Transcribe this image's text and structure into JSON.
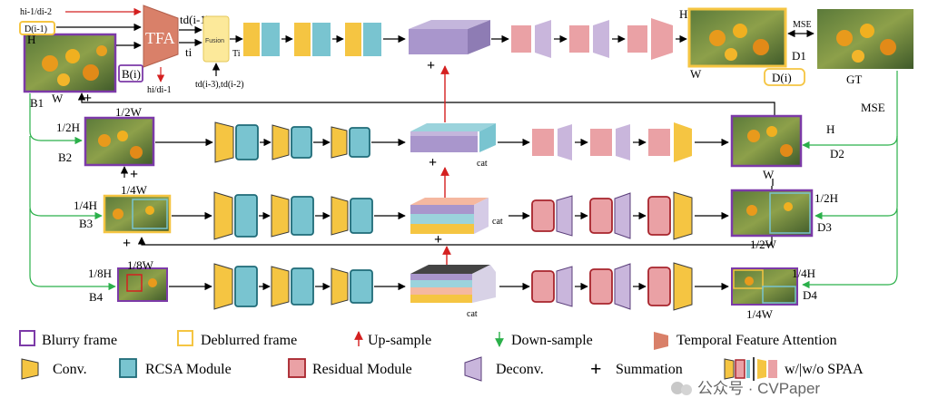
{
  "colors": {
    "conv": "#f5c542",
    "rcsa": "#79c4d0",
    "rcsa_border": "#1f6b78",
    "residual": "#eaa1a5",
    "residual_border": "#a8242c",
    "deconv": "#c9b6dc",
    "deconv_border": "#5a3e7a",
    "tfa": "#d98069",
    "fusion": "#fce99a",
    "blurry_frame": "#7c3aa8",
    "deblurred_frame": "#f5c542",
    "up_arrow": "#d42020",
    "down_arrow": "#2bb04a",
    "feature": "#a996cc"
  },
  "top_inputs": {
    "h_d_prev": "hi-1/di-2",
    "d_prev": "D(i-1)",
    "b_i": "B(i)",
    "h_d_out": "hi/di-1",
    "tfa": "TFA",
    "td_prev": "td(i-1)",
    "t_i": "ti",
    "fusion": "Fusion",
    "T_i": "Ti",
    "td_pair": "td(i-3),td(i-2)"
  },
  "levels": {
    "b1": "B1",
    "b2": "B2",
    "b3": "B3",
    "b4": "B4",
    "d1": "D1",
    "d2": "D2",
    "d3": "D3",
    "d4": "D4",
    "gt": "GT",
    "d_i": "D(i)",
    "mse_top": "MSE",
    "mse_side": "MSE",
    "h": "H",
    "w": "W",
    "h2": "1/2H",
    "w2": "1/2W",
    "h4": "1/4H",
    "w4": "1/4W",
    "h8": "1/8H",
    "w8": "1/8W",
    "cat": "cat"
  },
  "legend": {
    "blurry": "Blurry frame",
    "deblurred": "Deblurred frame",
    "upsample": "Up-sample",
    "downsample": "Down-sample",
    "tfa": "Temporal Feature Attention",
    "conv": "Conv.",
    "rcsa": "RCSA Module",
    "residual": "Residual Module",
    "deconv": "Deconv.",
    "summation": "Summation",
    "spaa": "w/|w/o SPAA"
  },
  "watermark": "公众号 · CVPaper"
}
